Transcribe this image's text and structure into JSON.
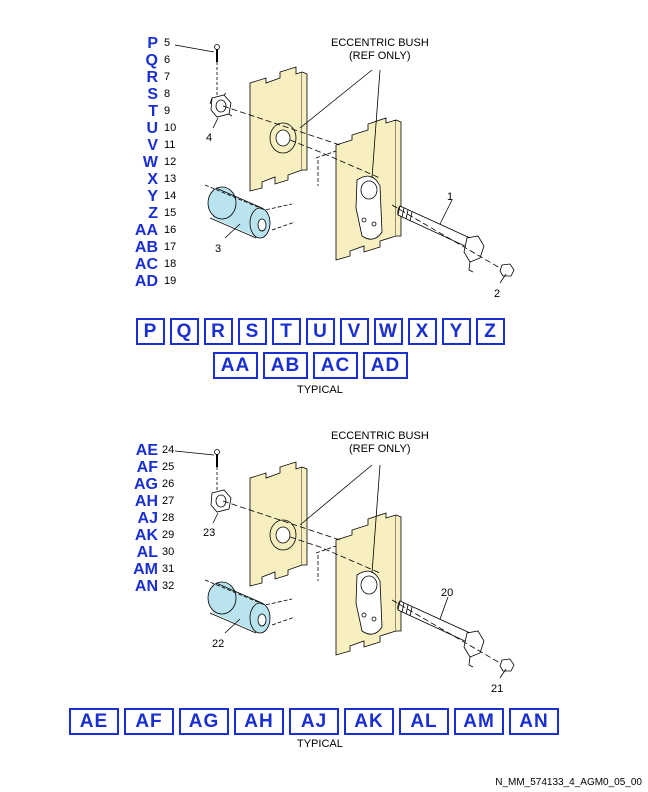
{
  "top": {
    "callouts": {
      "eccentric": "ECCENTRIC BUSH",
      "ref_only": "(REF ONLY)",
      "n1": "1",
      "n2": "2",
      "n3": "3",
      "n4": "4"
    },
    "legend": [
      {
        "letter": "P",
        "num": "5"
      },
      {
        "letter": "Q",
        "num": "6"
      },
      {
        "letter": "R",
        "num": "7"
      },
      {
        "letter": "S",
        "num": "8"
      },
      {
        "letter": "T",
        "num": "9"
      },
      {
        "letter": "U",
        "num": "10"
      },
      {
        "letter": "V",
        "num": "11"
      },
      {
        "letter": "W",
        "num": "12"
      },
      {
        "letter": "X",
        "num": "13"
      },
      {
        "letter": "Y",
        "num": "14"
      },
      {
        "letter": "Z",
        "num": "15"
      },
      {
        "letter": "AA",
        "num": "16"
      },
      {
        "letter": "AB",
        "num": "17"
      },
      {
        "letter": "AC",
        "num": "18"
      },
      {
        "letter": "AD",
        "num": "19"
      }
    ],
    "buttons_row1": [
      "P",
      "Q",
      "R",
      "S",
      "T",
      "U",
      "V",
      "W",
      "X",
      "Y",
      "Z"
    ],
    "buttons_row2": [
      "AA",
      "AB",
      "AC",
      "AD"
    ],
    "typical": "TYPICAL"
  },
  "bottom": {
    "callouts": {
      "eccentric": "ECCENTRIC BUSH",
      "ref_only": "(REF ONLY)",
      "n20": "20",
      "n21": "21",
      "n22": "22",
      "n23": "23"
    },
    "legend": [
      {
        "letter": "AE",
        "num": "24"
      },
      {
        "letter": "AF",
        "num": "25"
      },
      {
        "letter": "AG",
        "num": "26"
      },
      {
        "letter": "AH",
        "num": "27"
      },
      {
        "letter": "AJ",
        "num": "28"
      },
      {
        "letter": "AK",
        "num": "29"
      },
      {
        "letter": "AL",
        "num": "30"
      },
      {
        "letter": "AM",
        "num": "31"
      },
      {
        "letter": "AN",
        "num": "32"
      }
    ],
    "buttons_row": [
      "AE",
      "AF",
      "AG",
      "AH",
      "AJ",
      "AK",
      "AL",
      "AM",
      "AN"
    ],
    "typical": "TYPICAL"
  },
  "colors": {
    "part_fill": "#f7efc0",
    "roller_fill": "#b9e3ee",
    "nut_fill": "#ffffff",
    "link_blue": "#1a2fd0"
  },
  "footer": "N_MM_574133_4_AGM0_05_00"
}
